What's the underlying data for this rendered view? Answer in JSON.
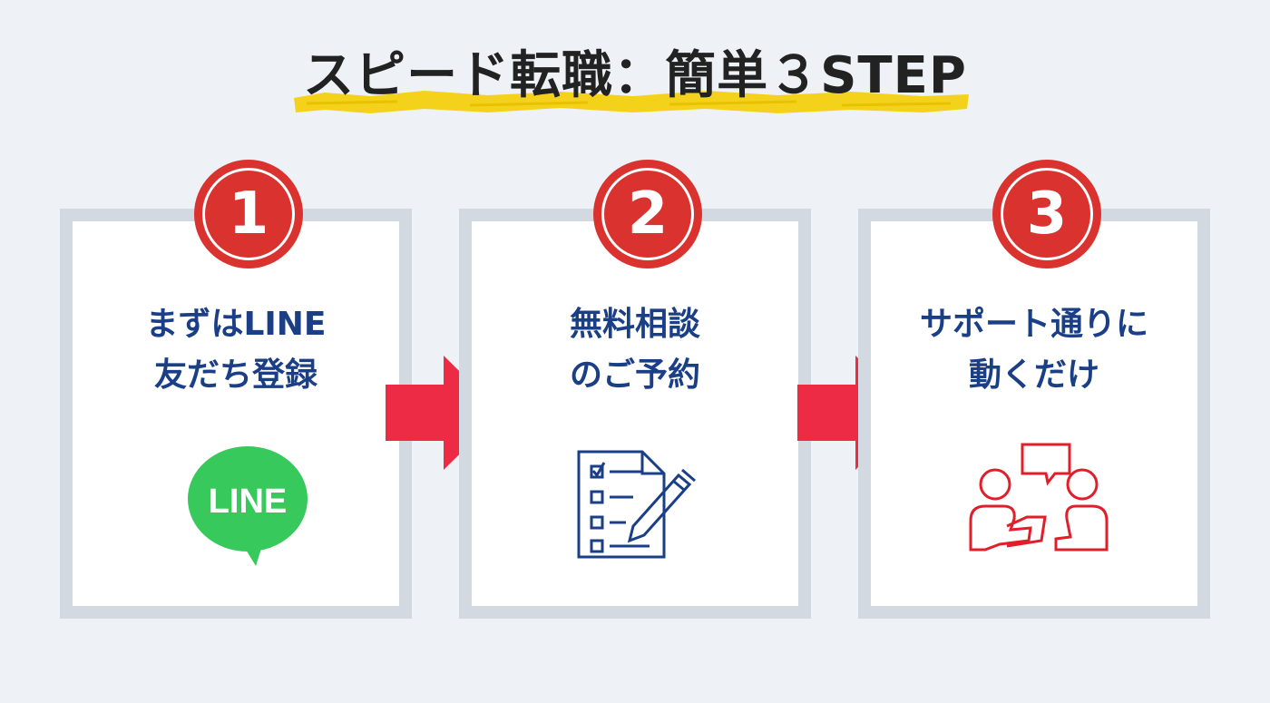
{
  "title": "スピード転職：簡単３STEP",
  "steps": [
    {
      "number": "1",
      "line1": "まずはLINE",
      "line2": "友だち登録",
      "icon": "line-logo-icon",
      "icon_text": "LINE"
    },
    {
      "number": "2",
      "line1": "無料相談",
      "line2": "のご予約",
      "icon": "checklist-pen-icon"
    },
    {
      "number": "3",
      "line1": "サポート通りに",
      "line2": "動くだけ",
      "icon": "consultation-icon"
    }
  ],
  "colors": {
    "background": "#eef2f7",
    "badge": "#d9322f",
    "arrow": "#ee2b44",
    "label": "#1a3f86",
    "line_green": "#37c95b",
    "highlight": "#f4d21c"
  }
}
